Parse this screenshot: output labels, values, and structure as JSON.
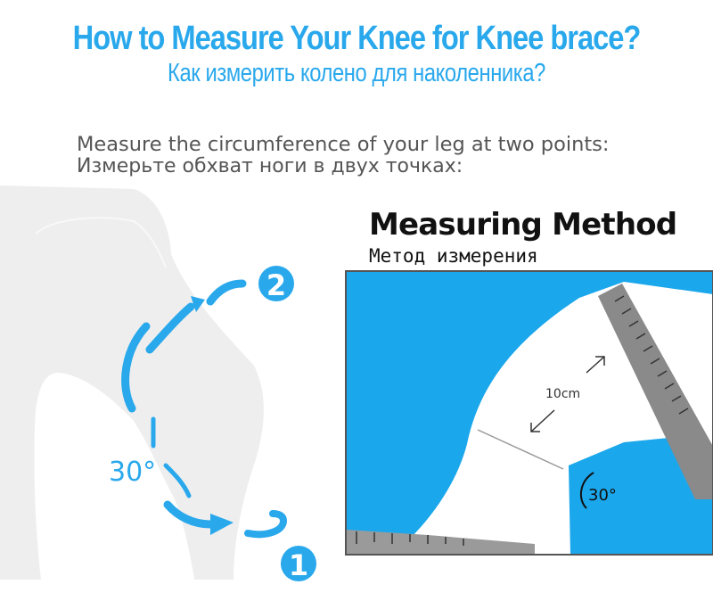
{
  "title_en": "How to Measure Your Knee for Knee brace?",
  "title_ru": "Как измерить колено для наколенника?",
  "instruction_en": "Measure the circumference of your leg at two points:",
  "instruction_ru": "Измерьте обхват ноги в двух точках:",
  "method_title_en": "Measuring Method",
  "method_title_ru": "Метод измерения",
  "left_angle_label": "30°",
  "point_1": "1",
  "point_2": "2",
  "distance_label": "10cm",
  "detail_angle_label": "30°",
  "colors": {
    "accent": "#29a8ec",
    "leg_silhouette": "#eeeeee",
    "tape": "#8a8a8a",
    "frame": "#555555"
  }
}
